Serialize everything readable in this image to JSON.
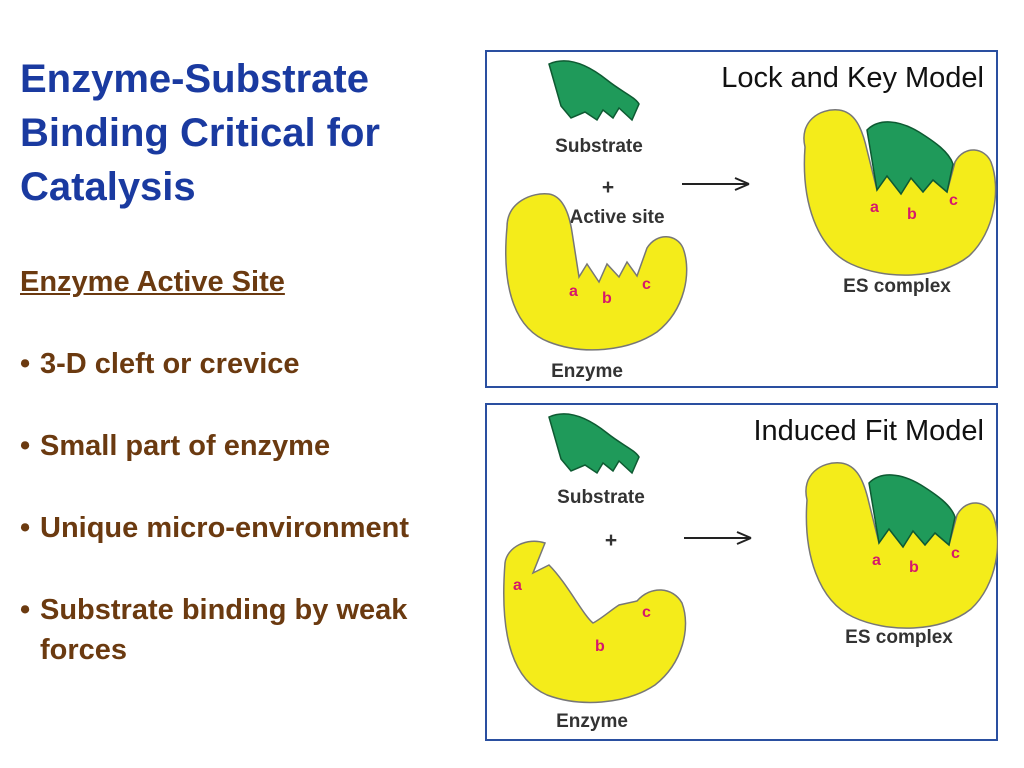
{
  "slide": {
    "title": "Enzyme-Substrate Binding Critical for Catalysis",
    "subtitle": "Enzyme Active Site",
    "bullets": [
      "3-D cleft or crevice",
      "Small part of enzyme",
      "Unique micro-environment",
      "Substrate binding by weak forces"
    ]
  },
  "colors": {
    "title": "#1a3aa0",
    "bullet_text": "#6b3a10",
    "enzyme_yellow": "#f4ec1a",
    "substrate_green": "#1f9a5a",
    "site_label_magenta": "#d6186b",
    "panel_border": "#2a4fa0"
  },
  "lock_key": {
    "title": "Lock and Key Model",
    "substrate_label": "Substrate",
    "plus": "+",
    "active_site_label": "Active site",
    "enzyme_label": "Enzyme",
    "complex_label": "ES complex",
    "sites": [
      "a",
      "b",
      "c"
    ]
  },
  "induced_fit": {
    "title": "Induced Fit Model",
    "substrate_label": "Substrate",
    "plus": "+",
    "enzyme_label": "Enzyme",
    "complex_label": "ES complex",
    "sites": [
      "a",
      "b",
      "c"
    ]
  }
}
